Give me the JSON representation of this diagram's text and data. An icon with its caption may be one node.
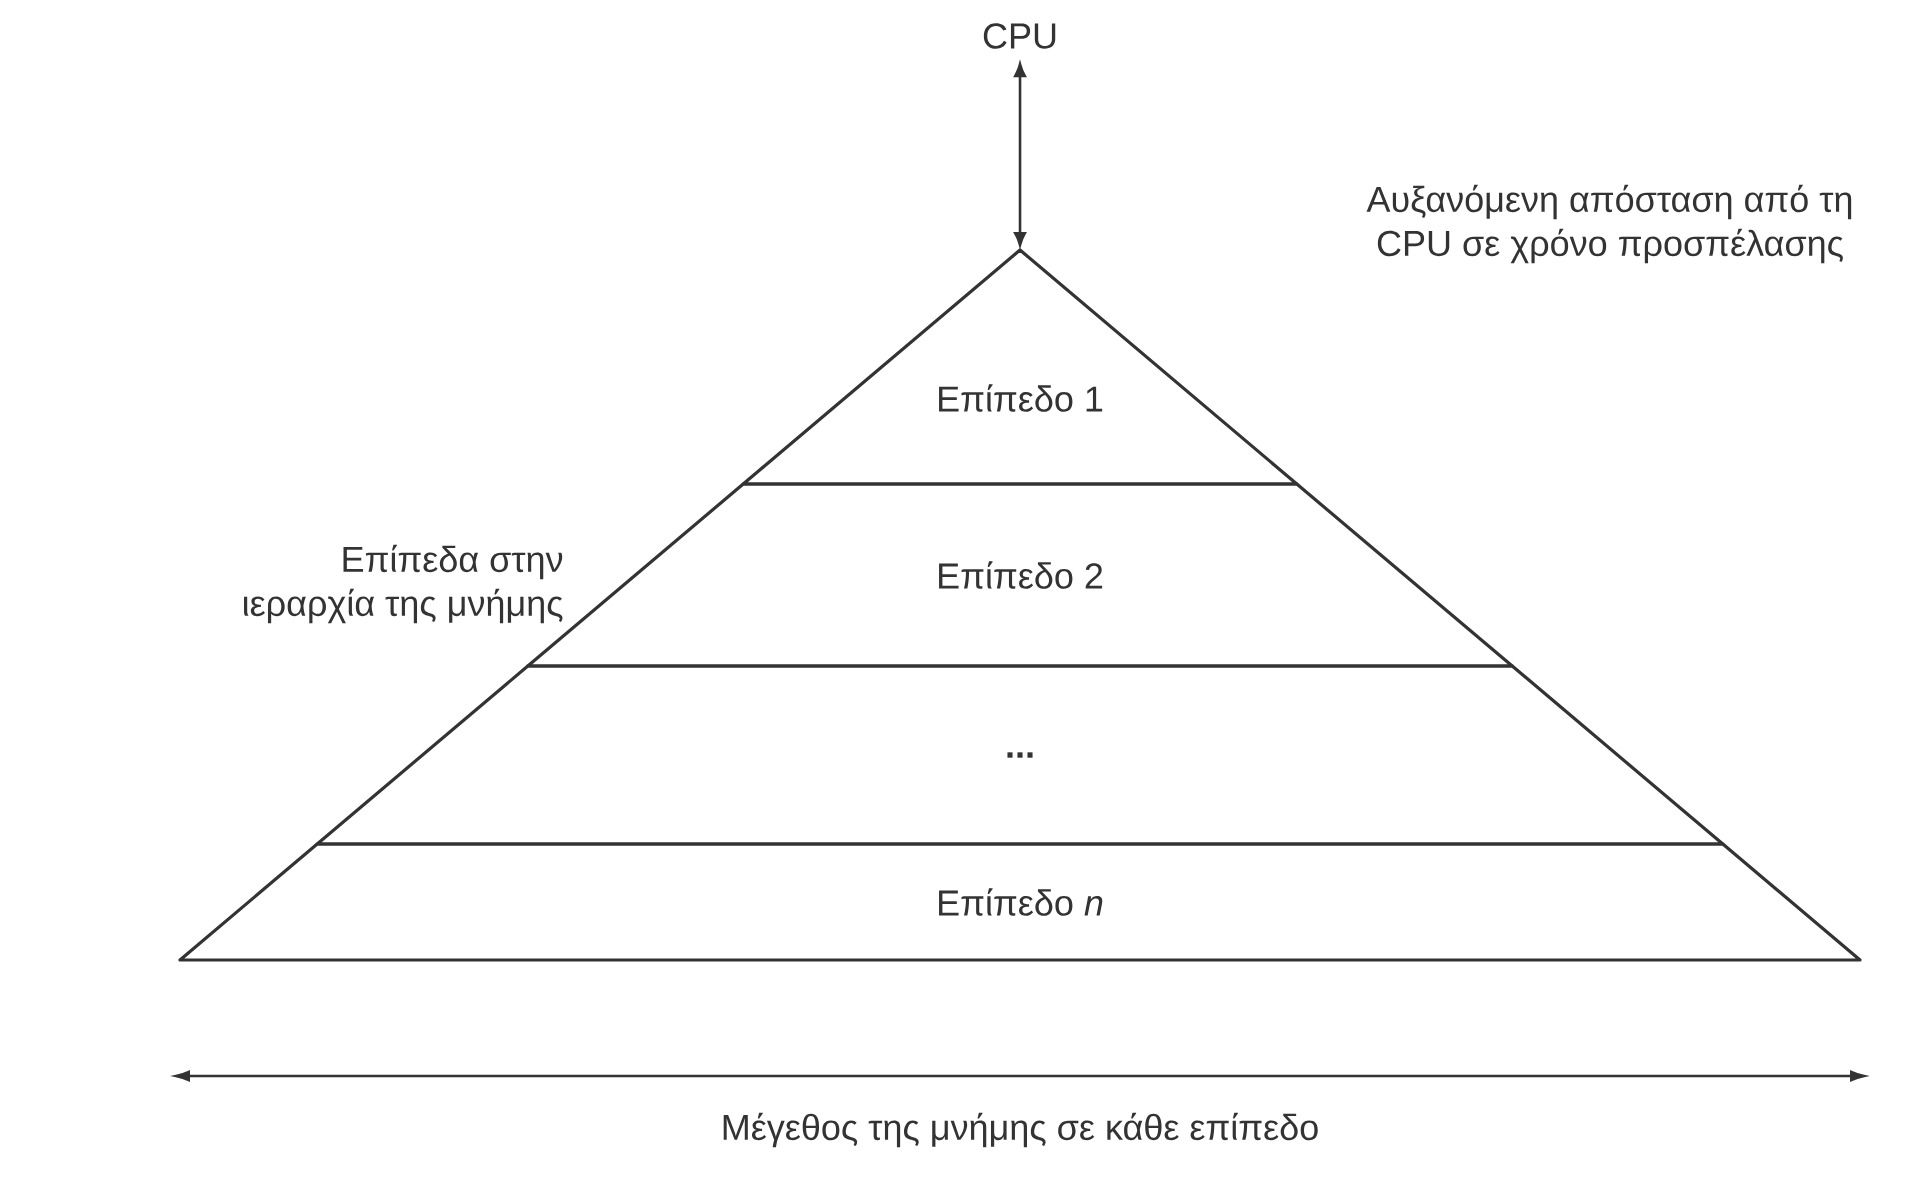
{
  "diagram": {
    "nodes": [
      {
        "text": [
          "CPU"
        ]
      },
      {
        "text": [
          "Επίπεδο 1"
        ]
      },
      {
        "text": [
          "Επίπεδο 2"
        ]
      },
      {
        "text": [
          "..."
        ]
      },
      {
        "text": [
          "Επίπεδο *n*"
        ]
      }
    ],
    "edges": [
      {
        "from": 0,
        "to": 1,
        "arrow": "both"
      }
    ],
    "labels": [
      "Αυξανόμενη απόσταση από τη CPU σε χρόνο προσπέλασης",
      "Επίπεδα στην ιεραρχία της μνήμης",
      "Μέγεθος της μνήμης σε κάθε επίπεδο"
    ]
  }
}
